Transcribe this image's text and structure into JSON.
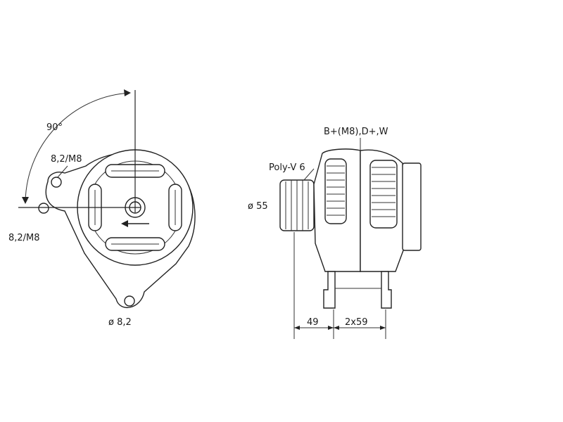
{
  "labels": {
    "angle": "90°",
    "upper_mount": "8,2/M8",
    "lower_mount": "8,2/M8",
    "bottom_hole": "ø 8,2",
    "terminals": "B+(M8),D+,W",
    "pulley": "Poly-V 6",
    "pulley_diameter": "ø 55",
    "dim_left": "49",
    "dim_right": "2x59"
  }
}
